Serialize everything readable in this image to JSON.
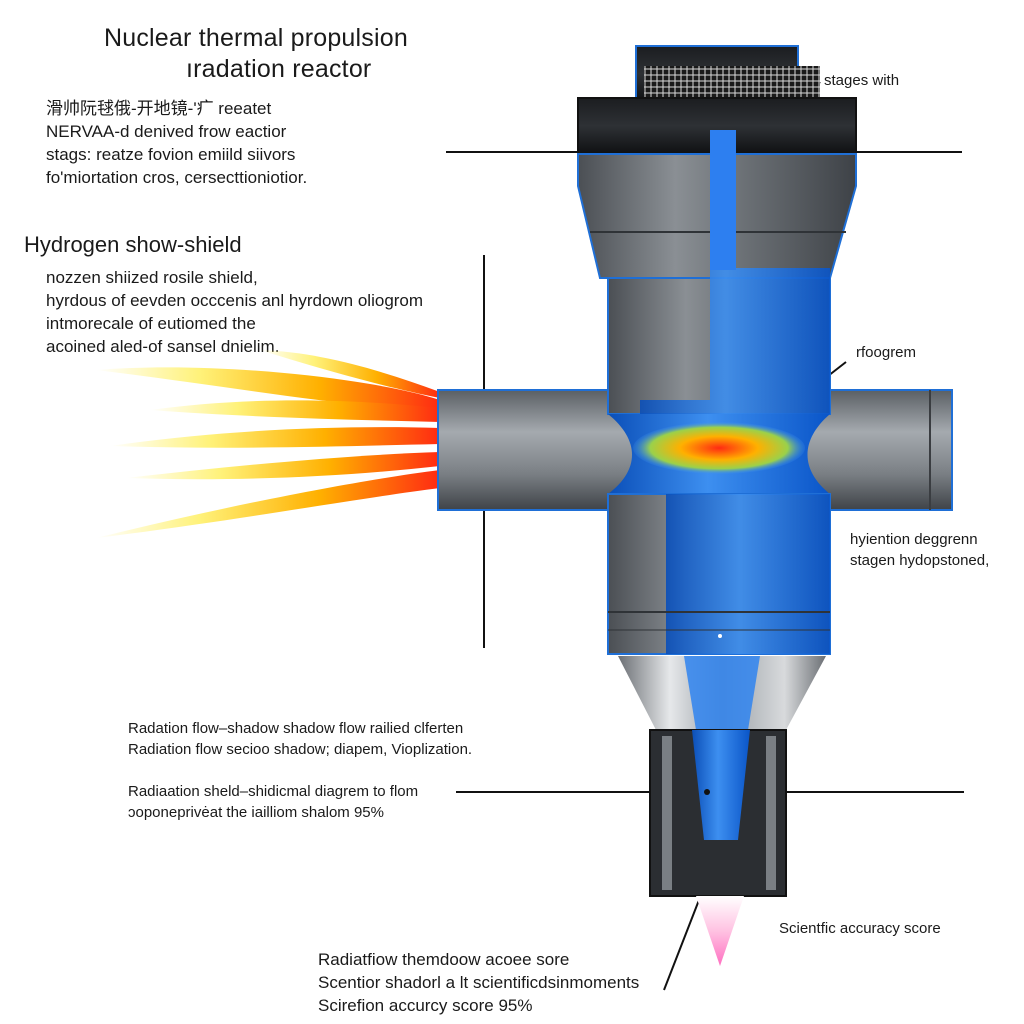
{
  "title": {
    "line1": "Nuclear thermal propulsion",
    "line2": "ıradation reactor"
  },
  "intro": {
    "lines": [
      "滑帅阮毬俄-开地镜-ʹ疒 reeatet",
      "NERVAA-d denived frow eactior",
      "stags: reatze fovion emiild siivors",
      "fo'miortation cros, cersecttioniotior."
    ]
  },
  "hydrogen": {
    "heading": "Hydrogen show-shield",
    "lines": [
      "nozzen shiized rosile shield,",
      "hyrdous of eevden occcenis anl hyrdown oliogrom",
      "intmorecale of eutiomed the",
      "acoined aled-of sansel dnielim."
    ]
  },
  "right_labels": {
    "top": "stages with",
    "mid": "rfoogrem",
    "lower_lines": [
      "hyiention deggrenn",
      "stagen hydopstoned,"
    ],
    "bottom": "Scientfic accuracy score"
  },
  "radiation": {
    "block1": [
      "Radation flow–shadow shadow flow railied clferten",
      "Radiation flow secioo shadow; diapem, Vioplization."
    ],
    "block2": [
      "Radiaation sheld–shidicmal diagrem to flom",
      "ᴐoponeprivėat the iailliom shalom 95%"
    ]
  },
  "footer": {
    "lines": [
      "Radiatfiow themdoow acoee sore",
      "Scentior shadorl a lt scientificdsinmoments",
      "Scirefion accurcy score 95%"
    ]
  },
  "colors": {
    "accent_blue": "#1f6fd6",
    "steel": "#7d8287",
    "flame_core": "#ff3b1f",
    "flame_mid": "#ffb000",
    "flame_tip": "#fff27a",
    "exhaust": "#ff9ad2"
  }
}
